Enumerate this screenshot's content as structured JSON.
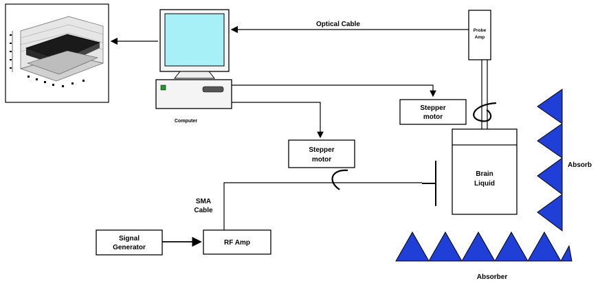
{
  "labels": {
    "optical_cable": "Optical Cable",
    "probe_amp_line1": "Probe",
    "probe_amp_line2": "Amp",
    "computer": "Computer",
    "stepper_motor_right_line1": "Stepper",
    "stepper_motor_right_line2": "motor",
    "stepper_motor_center_line1": "Stepper",
    "stepper_motor_center_line2": "motor",
    "brain_liquid_line1": "Brain",
    "brain_liquid_line2": "Liquid",
    "absorber_right": "Absorb",
    "absorber_bottom": "Absorber",
    "sma_cable_line1": "SMA",
    "sma_cable_line2": "Cable",
    "signal_generator_line1": "Signal",
    "signal_generator_line2": "Generator",
    "rf_amp": "RF Amp"
  },
  "colors": {
    "monitor_screen": "#a8f0f8",
    "absorber": "#1f3fd6",
    "plot_surface_dark": "#1a1a1a",
    "plot_surface_light": "#c8c8c8",
    "device_fill": "#ffffff",
    "power_led": "#1c9a2c"
  },
  "icons": {
    "computer": "desktop-computer-icon",
    "plot": "3d-surface-plot-icon",
    "antenna": "horn-antenna-icon",
    "probe": "field-probe-icon"
  }
}
